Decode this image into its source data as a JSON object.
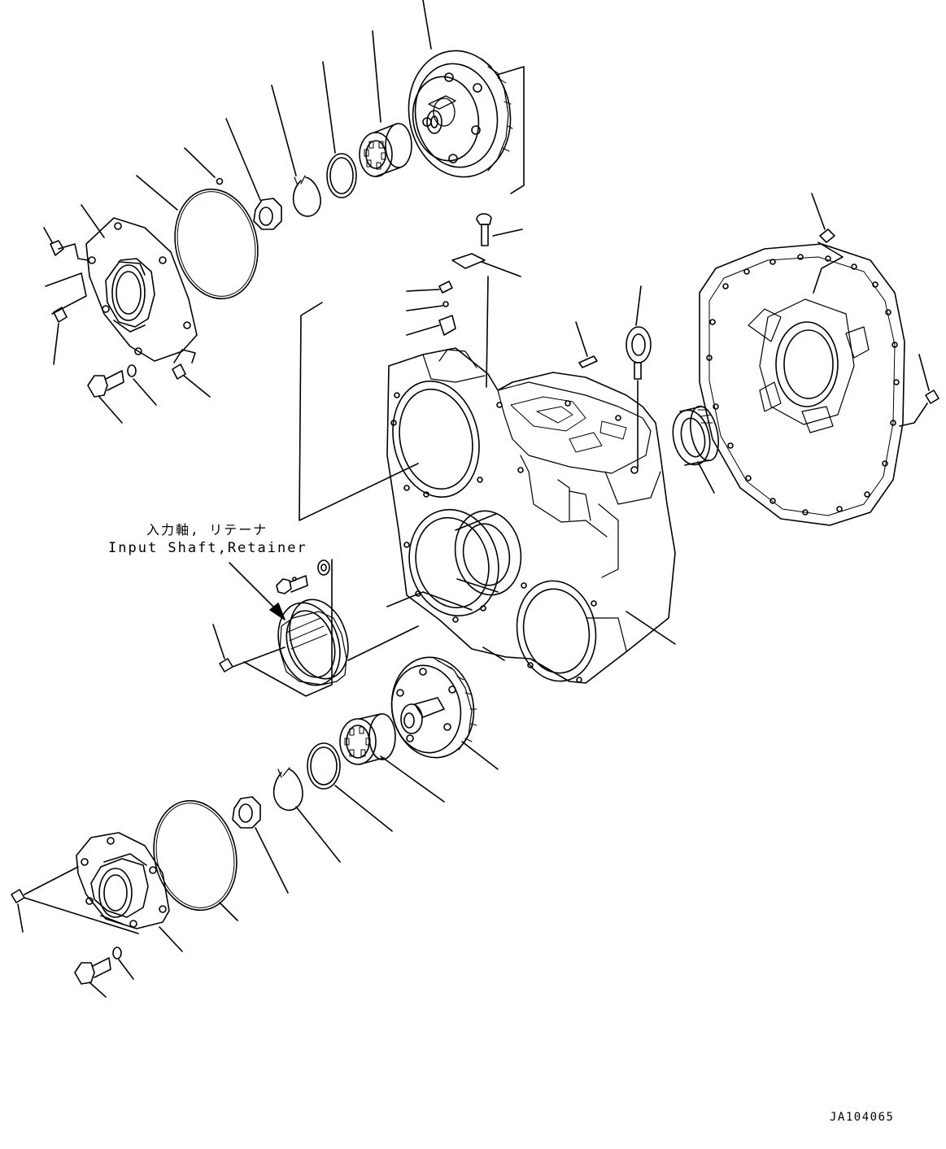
{
  "callout": {
    "label_jp": "入力軸, リテーナ",
    "label_en": "Input Shaft,Retainer"
  },
  "drawing_id": "JA104065",
  "colors": {
    "line": "#000000",
    "background": "#ffffff"
  }
}
